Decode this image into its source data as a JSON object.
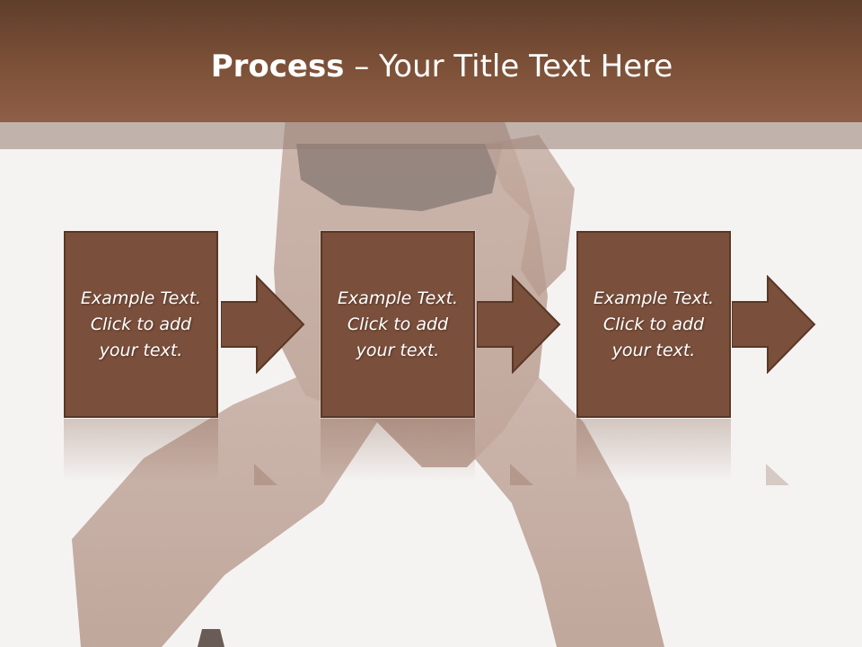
{
  "slide": {
    "title_bold": "Process",
    "title_rest": " – Your Title Text Here"
  },
  "steps": [
    {
      "text": "Example Text.\nClick  to add\nyour text."
    },
    {
      "text": "Example Text.\nClick  to add\nyour text."
    },
    {
      "text": "Example Text.\nClick  to add\nyour text."
    }
  ],
  "colors": {
    "header": "#7d5138",
    "box": "#7a4f3b",
    "box_border": "#5a3726",
    "text": "#ffffff"
  },
  "icons": {
    "arrow": "right-arrow-icon"
  }
}
